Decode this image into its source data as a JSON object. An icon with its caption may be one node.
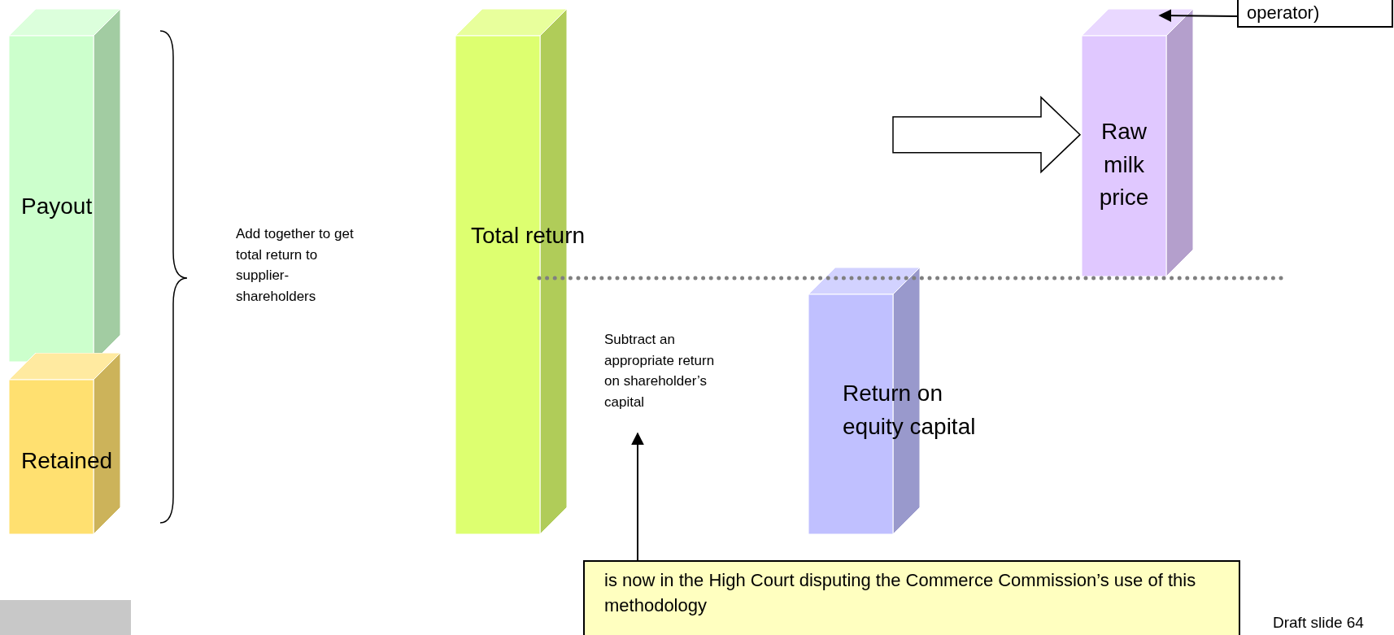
{
  "diagram": {
    "nodes": [
      {
        "text": [
          "Payout"
        ]
      },
      {
        "text": [
          "Retained"
        ]
      },
      {
        "text": [
          "Total return"
        ]
      },
      {
        "text": [
          "Raw milk price"
        ]
      },
      {
        "text": [
          "operator)"
        ]
      },
      {
        "text": [
          "Return on equity capital"
        ]
      },
      {
        "text": [
          "Subtract an appropriate return on shareholder’s capital"
        ]
      },
      {
        "text": [
          "is now in the High Court disputing the Commerce Commission’s use of this methodology"
        ]
      },
      {
        "text": [],
        "shape": "box"
      }
    ],
    "edges": [
      {
        "from": 4,
        "to": 3,
        "arrow": "to"
      },
      {
        "from": 7,
        "to": 6,
        "arrow": "to"
      },
      {
        "from": null,
        "to": 3,
        "arrow": "to",
        "style": "thick"
      }
    ],
    "labels": [
      "Add together to get total return to supplier-shareholders",
      "Draft slide 64"
    ]
  }
}
